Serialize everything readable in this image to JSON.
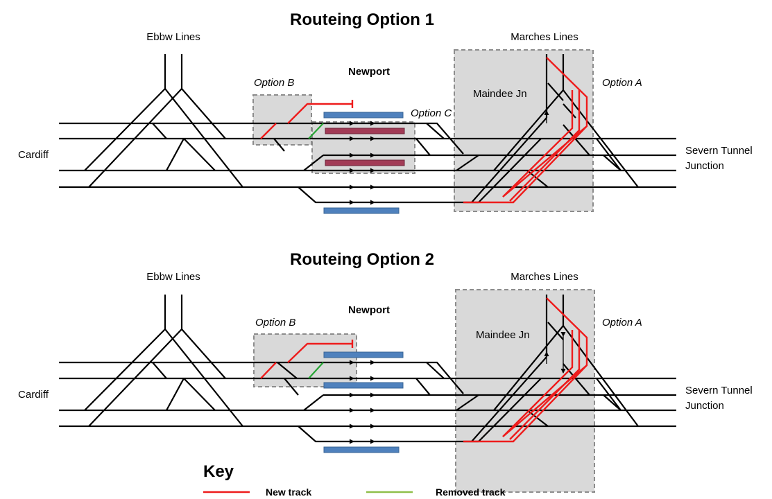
{
  "diagrams": [
    {
      "title": "Routeing Option 1",
      "labels": {
        "ebbw": "Ebbw Lines",
        "marches": "Marches Lines",
        "newport": "Newport",
        "cardiff": "Cardiff",
        "severn_1": "Severn Tunnel",
        "severn_2": "Junction",
        "maindee": "Maindee Jn",
        "option_a": "Option A",
        "option_b": "Option B",
        "option_c": "Option C"
      }
    },
    {
      "title": "Routeing Option 2",
      "labels": {
        "ebbw": "Ebbw Lines",
        "marches": "Marches Lines",
        "newport": "Newport",
        "cardiff": "Cardiff",
        "severn_1": "Severn Tunnel",
        "severn_2": "Junction",
        "maindee": "Maindee Jn",
        "option_a": "Option A",
        "option_b": "Option B"
      }
    }
  ],
  "key": {
    "title": "Key",
    "new_track": "New track",
    "removed_track": "Removed track"
  },
  "colors": {
    "new_track": "#ee1c1c",
    "removed_track": "#27a535",
    "platform": "#4f81bd",
    "platform_option_c": "#a23b56",
    "option_box": "#d9d9d9"
  }
}
